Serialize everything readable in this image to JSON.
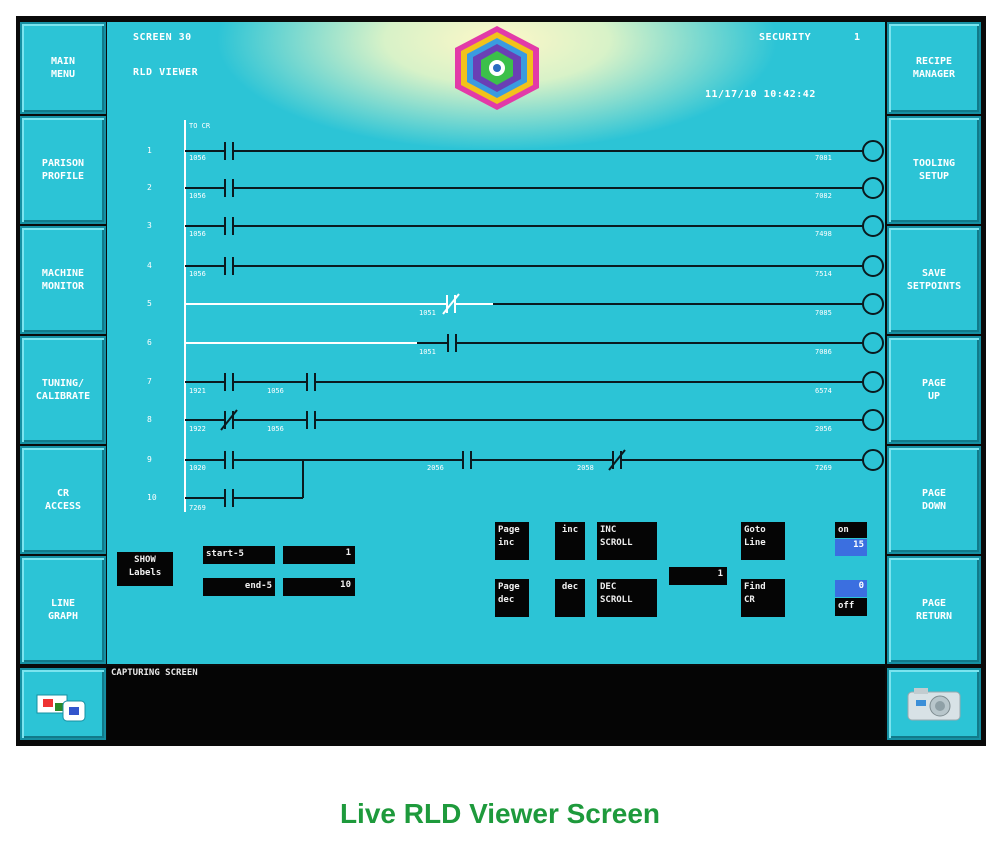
{
  "header": {
    "screen_label": "SCREEN 30",
    "viewer_label": "RLD VIEWER",
    "security_label": "SECURITY",
    "security_value": "1",
    "datetime": "11/17/10 10:42:42"
  },
  "left_buttons": [
    "MAIN\nMENU",
    "PARISON\nPROFILE",
    "MACHINE\nMONITOR",
    "TUNING/\nCALIBRATE",
    "CR\nACCESS",
    "LINE\nGRAPH"
  ],
  "right_buttons": [
    "RECIPE\nMANAGER",
    "TOOLING\nSETUP",
    "SAVE\nSETPOINTS",
    "PAGE\nUP",
    "PAGE\nDOWN",
    "PAGE\nRETURN"
  ],
  "ladder": {
    "top_label": "TO CR",
    "rungs": [
      {
        "n": "1",
        "contacts": [
          {
            "addr": "1056",
            "type": "NO"
          }
        ],
        "coil": "7081"
      },
      {
        "n": "2",
        "contacts": [
          {
            "addr": "1056",
            "type": "NO"
          }
        ],
        "coil": "7082"
      },
      {
        "n": "3",
        "contacts": [
          {
            "addr": "1056",
            "type": "NO"
          }
        ],
        "coil": "7498"
      },
      {
        "n": "4",
        "contacts": [
          {
            "addr": "1056",
            "type": "NO"
          }
        ],
        "coil": "7514"
      },
      {
        "n": "5",
        "contacts": [
          {
            "addr": "1051",
            "type": "NC"
          }
        ],
        "coil": "7085"
      },
      {
        "n": "6",
        "contacts": [
          {
            "addr": "1051",
            "type": "NO"
          }
        ],
        "coil": "7086"
      },
      {
        "n": "7",
        "contacts": [
          {
            "addr": "1921",
            "type": "NO"
          },
          {
            "addr": "1056",
            "type": "NO"
          }
        ],
        "coil": "6574"
      },
      {
        "n": "8",
        "contacts": [
          {
            "addr": "1922",
            "type": "NC"
          },
          {
            "addr": "1056",
            "type": "NO"
          }
        ],
        "coil": "2056"
      },
      {
        "n": "9",
        "contacts": [
          {
            "addr": "1020",
            "type": "NO"
          },
          {
            "addr": "2056",
            "type": "NO"
          },
          {
            "addr": "2058",
            "type": "NC"
          }
        ],
        "coil": "7269"
      },
      {
        "n": "10",
        "contacts": [
          {
            "addr": "7269",
            "type": "NO"
          }
        ],
        "coil": ""
      }
    ]
  },
  "controls": {
    "show_labels": "SHOW\nLabels",
    "start_label": "start-5",
    "start_value": "1",
    "end_label": "end-5",
    "end_value": "10",
    "page_inc": "Page\ninc",
    "inc": "inc",
    "inc_scroll": "INC\nSCROLL",
    "page_dec": "Page\ndec",
    "dec": "dec",
    "dec_scroll": "DEC\nSCROLL",
    "scroll_value": "1",
    "goto_line": "Goto\nLine",
    "find_cr": "Find\nCR",
    "on_label": "on",
    "on_value": "15",
    "off_label": "off",
    "off_value": "0"
  },
  "status": {
    "message": "CAPTURING SCREEN"
  },
  "caption": "Live RLD Viewer Screen",
  "colors": {
    "panel": "#2cc4d6",
    "frame": "#0a0a0a",
    "caption": "#1e9a3c",
    "toggle": "#3b6fe0"
  }
}
